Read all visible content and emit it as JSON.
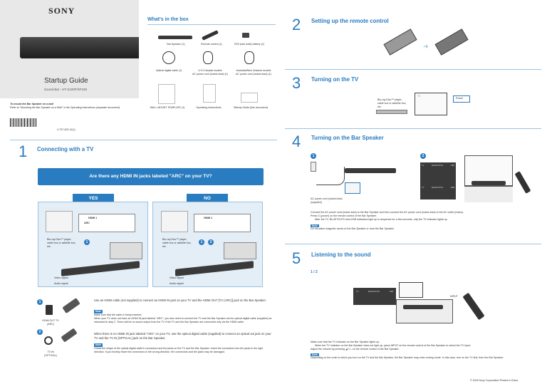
{
  "brand": "SONY",
  "cover": {
    "title": "Startup Guide",
    "subtitle": "Sound Bar : HT-S100F/SF150",
    "wall_mount_heading": "To mount the Bar Speaker on a wall",
    "wall_mount_text": "Refer to \"Mounting the Bar Speaker on a Wall\" in the Operating Instructions (separate document).",
    "part_number": "4-737-402-11(1)"
  },
  "whats_in_box": {
    "title": "What's in the box",
    "items": [
      "Bar Speaker (1)",
      "Remote control (1)",
      "R03 (size AAA) battery (2)",
      "Optical digital cable (1)",
      "U.S./Canada models\nAC power cord (mains lead) (1)",
      "Australia/New Zealand models\nAC power cord (mains lead) (1)",
      "WALL MOUNT TEMPLATE (1)",
      "Operating Instructions",
      "Startup Guide (this document)"
    ]
  },
  "section1": {
    "num": "1",
    "title": "Connecting with a TV",
    "question": "Are there any HDMI IN jacks labeled \"ARC\" on your TV?",
    "yes": "YES",
    "no": "NO",
    "tv_label": "TV",
    "player_label": "Blu-ray Disc™ player, cable box or satellite box, etc.",
    "video_signal": "Video signal",
    "audio_signal": "Audio signal",
    "hdmi_label": "HDMI 1",
    "arc_label": "ARC",
    "hdmi_out_label": "HDMI OUT TV (ARC)",
    "tv_in_label": "TV IN (OPTICAL)",
    "step1_text": "Use an HDMI cable (not supplied) to connect an HDMI IN jack on your TV and the HDMI OUT [TV (ARC)] jack on the Bar Speaker.",
    "step1_notes": [
      "Make sure that the cable is firmly inserted.",
      "When your TV does not have an HDMI IN jack labeled \"ARC\", you also need to connect the TV and the Bar Speaker via the optical digital cable (supplied) as instructed in step 2. There will be no sound output from the TV if the TV and the Bar Speaker are connected only via the HDMI cable."
    ],
    "step2_text": "When there is no HDMI IN jack labeled \"ARC\" on your TV, use the optical digital cable (supplied) to connect an optical out jack on your TV and the TV IN [OPTICAL] jack on the Bar Speaker.",
    "step2_notes": [
      "Check the shape of the optical digital cable's connectors and the jacks on the TV and the Bar Speaker. Insert the connectors into the jacks in the right direction. If you forcibly insert the connectors in the wrong direction, the connectors and the jacks may be damaged."
    ],
    "note_tag": "Note"
  },
  "section2": {
    "num": "2",
    "title": "Setting up the remote control"
  },
  "section3": {
    "num": "3",
    "title": "Turning on the TV",
    "tv_label": "TV",
    "player_label": "Blu-ray Disc™ player, cable box or satellite box, etc.",
    "power_label": "Power"
  },
  "section4": {
    "num": "4",
    "title": "Turning on the Bar Speaker",
    "step1": "1",
    "step2": "2",
    "ac_label": "AC power cord (mains lead) (supplied)",
    "indicators": [
      "TV",
      "BLUETOOTH",
      "USB"
    ],
    "text1": "Connect the AC power cord (mains lead) to the Bar Speaker and then connect the AC power cord (mains lead) to the AC outlet (mains).",
    "text2": "Press ⏻ (power) on the remote control of the Bar Speaker.",
    "text2_sub": "After the TV, BLUETOOTH and USB indicators light up in sequence for a few seconds, only the TV indicator lights up.",
    "note": "Do not place magnetic cards on the Bar Speaker or near the Bar Speaker."
  },
  "section5": {
    "num": "5",
    "title": "Listening to the sound",
    "steps": "1 / 2",
    "input_label": "INPUT",
    "text1": "Make sure that the TV indicator on the Bar Speaker lights up.",
    "text1_sub": "When the TV indicator on the Bar Speaker does not light up, press INPUT on the remote control of the Bar Speaker to select the TV input.",
    "text2": "Adjust the volume by pressing ◢ +/– on the remote control of the Bar Speaker.",
    "note": "Depending on the order in which you turn on the TV and the Bar Speaker, the Bar Speaker may enter muting mode. In this case, turn on the TV first, then the Bar Speaker.",
    "copyright": "© 2018 Sony Corporation   Printed in China"
  }
}
